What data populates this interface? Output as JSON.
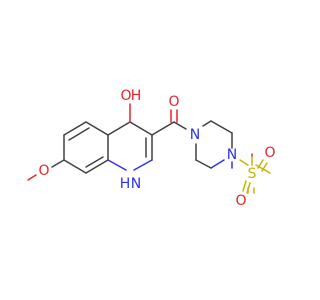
{
  "colors": {
    "bond": "#404040",
    "oxygen": "#e8242b",
    "nitrogen": "#3030ee",
    "sulfur": "#c8b400",
    "background": "#ffffff"
  },
  "atoms": {
    "ring_oh_oxygen": "O",
    "ring_oh_hydrogen": "H",
    "carbonyl_oxygen": "O",
    "methoxy_oxygen": "O",
    "ring_nh_nitrogen": "N",
    "ring_nh_hydrogen": "H",
    "piperazine_n1": "N",
    "piperazine_n4": "N",
    "sulfonyl_sulfur": "S",
    "sulfonyl_o_top": "O",
    "sulfonyl_o_bottom": "O"
  }
}
